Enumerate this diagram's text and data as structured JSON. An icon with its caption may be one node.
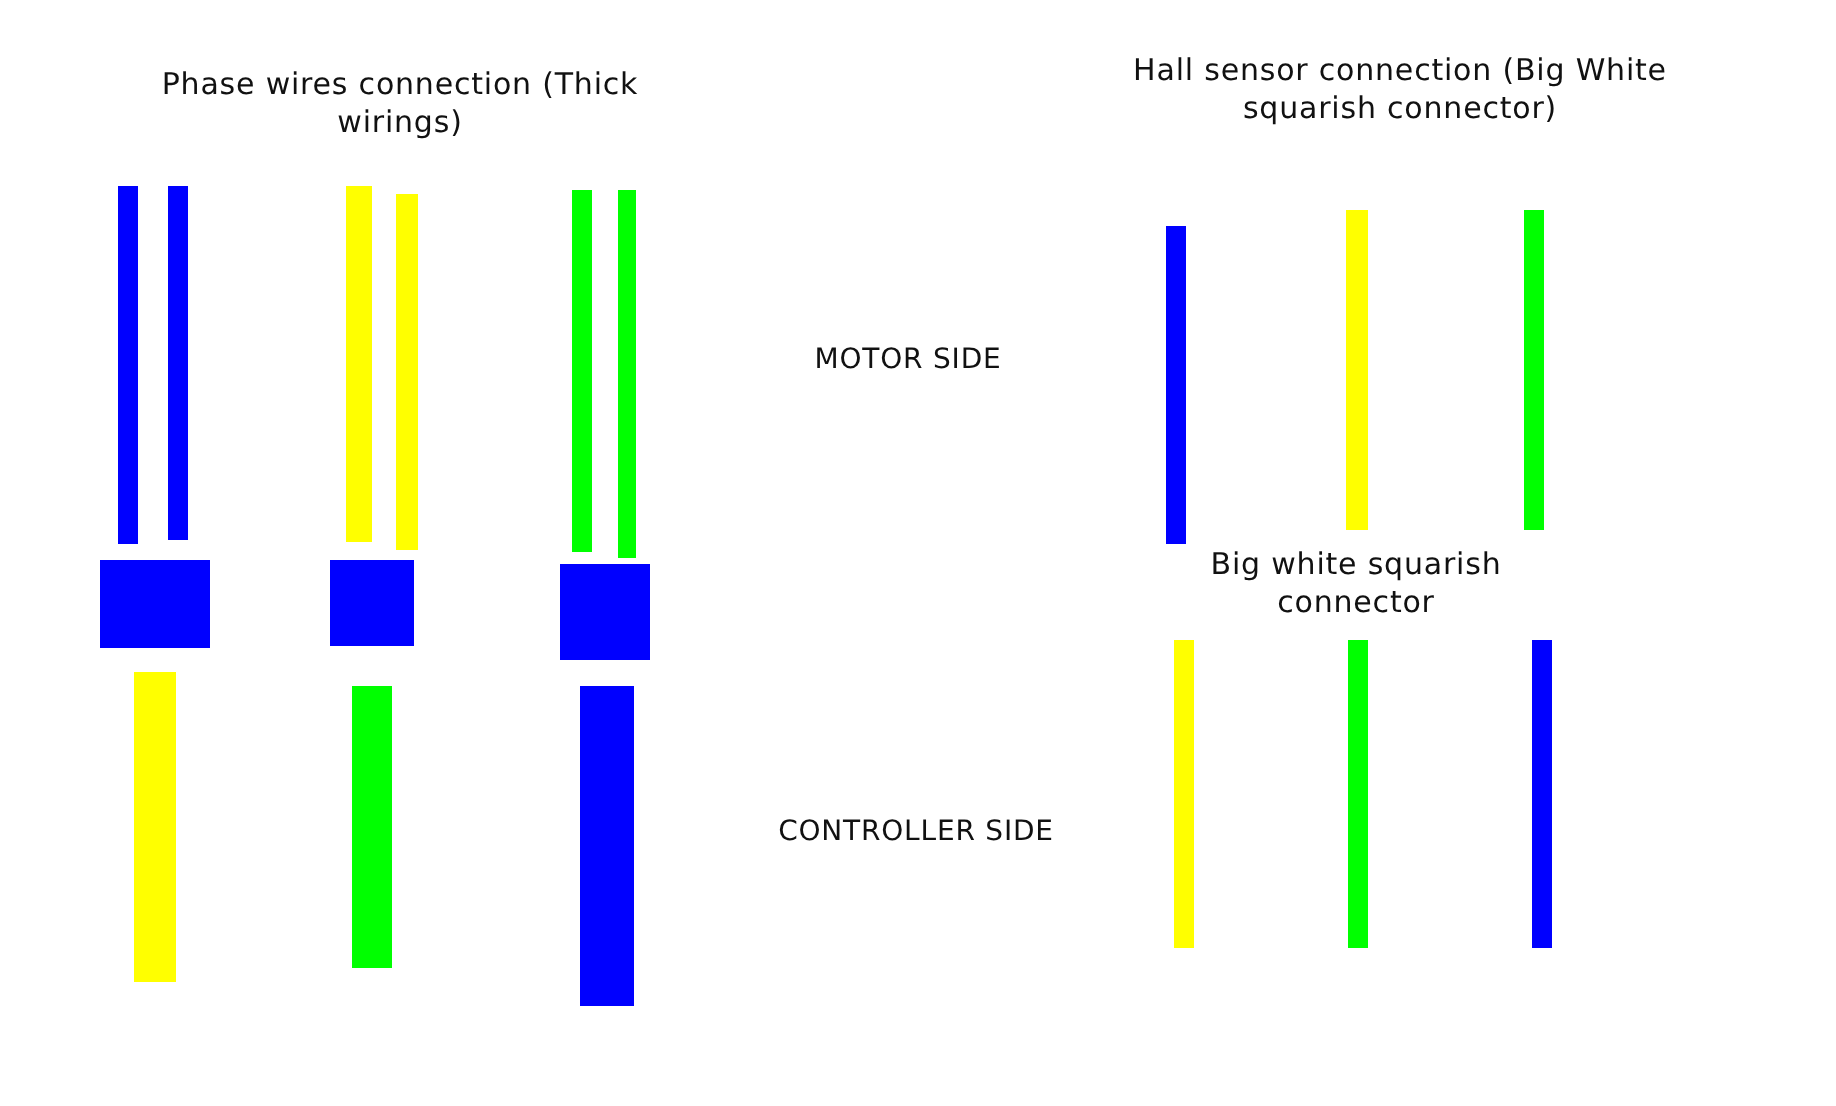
{
  "diagram": {
    "labels": [
      "Phase wires connection (Thick wirings)",
      "Hall sensor connection (Big White squarish connector)",
      "MOTOR SIDE",
      "Big white squarish connector",
      "CONTROLLER SIDE"
    ]
  }
}
